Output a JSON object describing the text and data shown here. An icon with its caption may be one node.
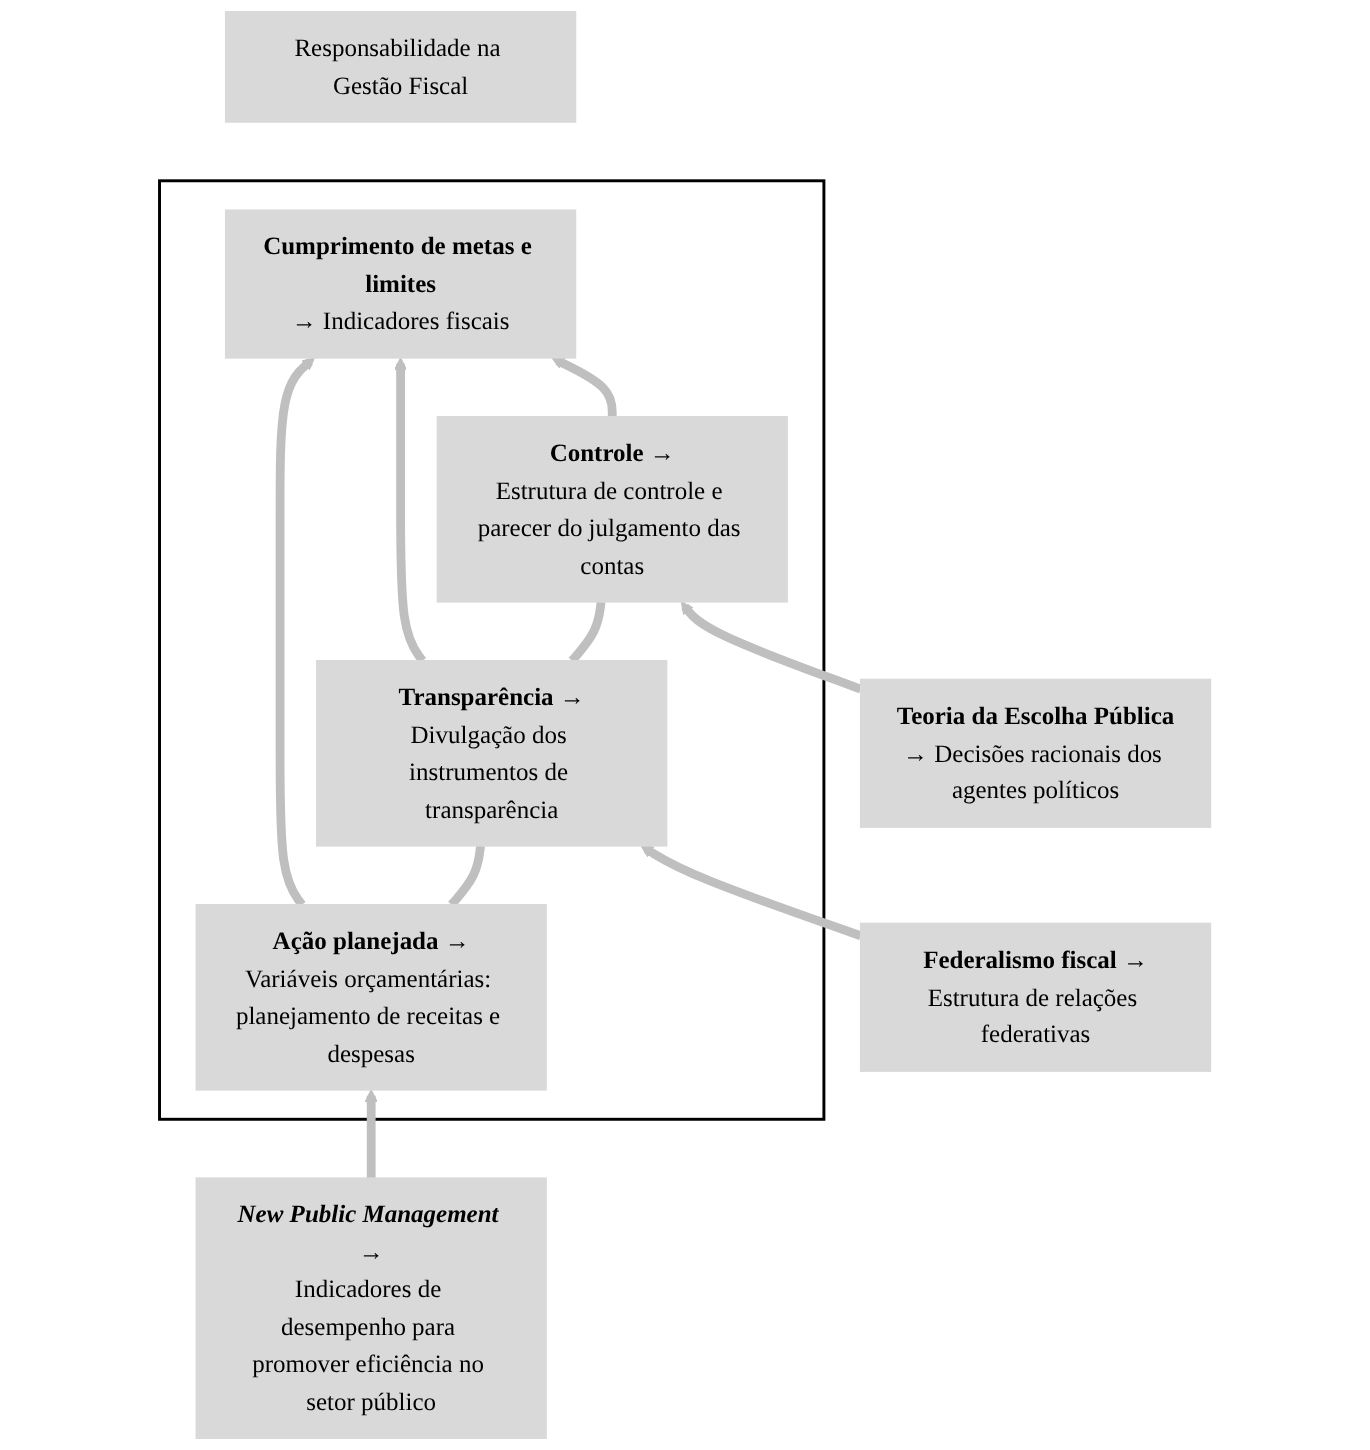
{
  "diagram": {
    "nodes": [
      {
        "text": [
          "Responsabilidade na Gestão Fiscal"
        ]
      },
      {
        "text": [],
        "shape": "box"
      },
      {
        "text": [
          "Cumprimento de metas e limites",
          "→ Indicadores fiscais"
        ],
        "in": 1
      },
      {
        "text": [
          "Ação planejada →",
          "Variáveis orçamentárias: planejamento de receitas e despesas"
        ],
        "in": 1
      },
      {
        "text": [
          "Transparência →",
          "Divulgação dos instrumentos de transparência"
        ],
        "in": 1
      },
      {
        "text": [
          "Controle →",
          "Estrutura de controle e parecer do julgamento das contas"
        ],
        "in": 1
      },
      {
        "text": [
          "New Public Management →",
          "Indicadores de desempenho para promover eficiência no setor público"
        ]
      },
      {
        "text": [
          "Federalismo fiscal →",
          "Estrutura de relações federativas"
        ]
      },
      {
        "text": [
          "Teoria da Escolha Pública",
          "→ Decisões racionais dos agentes políticos"
        ]
      }
    ],
    "edges": [
      {
        "from": 3,
        "to": 2,
        "arrow": "to"
      },
      {
        "from": 4,
        "to": 2,
        "arrow": "to"
      },
      {
        "from": 5,
        "to": 2,
        "arrow": "to"
      },
      {
        "from": 3,
        "to": 4,
        "arrow": "none"
      },
      {
        "from": 4,
        "to": 5,
        "arrow": "none"
      },
      {
        "from": 6,
        "to": 3,
        "arrow": "to"
      },
      {
        "from": 7,
        "to": 4,
        "arrow": "to"
      },
      {
        "from": 8,
        "to": 5,
        "arrow": "to"
      }
    ]
  }
}
